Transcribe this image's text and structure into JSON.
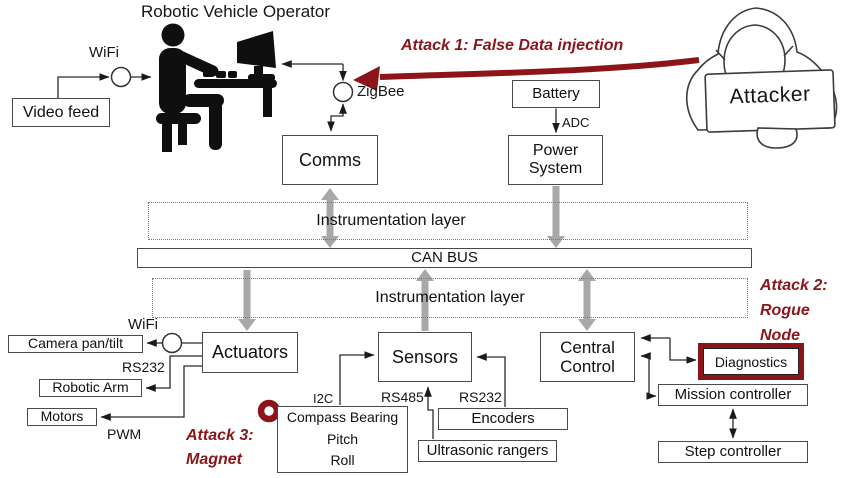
{
  "colors": {
    "attack_red": "#8b1518",
    "arrow_gray": "#a8a8a8"
  },
  "title": "Robotic Vehicle Operator",
  "attacker": {
    "label": "Attacker"
  },
  "attacks": {
    "attack1": "Attack 1: False Data injection",
    "attack2": "Attack 2:\nRogue\nNode",
    "attack3": "Attack 3:\nMagnet"
  },
  "nodes": {
    "video_feed": "Video feed",
    "comms": "Comms",
    "battery": "Battery",
    "power_system": "Power\nSystem",
    "instrumentation_top": "Instrumentation layer",
    "can_bus": "CAN BUS",
    "instrumentation_bottom": "Instrumentation layer",
    "camera_pan_tilt": "Camera pan/tilt",
    "robotic_arm": "Robotic Arm",
    "motors": "Motors",
    "actuators": "Actuators",
    "compass": "Compass Bearing\nPitch\nRoll",
    "sensors": "Sensors",
    "encoders": "Encoders",
    "ultrasonic_rangers": "Ultrasonic rangers",
    "central_control": "Central\nControl",
    "diagnostics": "Diagnostics",
    "mission_controller": "Mission controller",
    "step_controller": "Step controller"
  },
  "link_labels": {
    "wifi_operator": "WiFi",
    "zigbee": "ZigBee",
    "adc": "ADC",
    "wifi_actuators": "WiFi",
    "rs232_arm": "RS232",
    "pwm": "PWM",
    "i2c": "I2C",
    "rs485": "RS485",
    "rs232_encoders": "RS232"
  }
}
